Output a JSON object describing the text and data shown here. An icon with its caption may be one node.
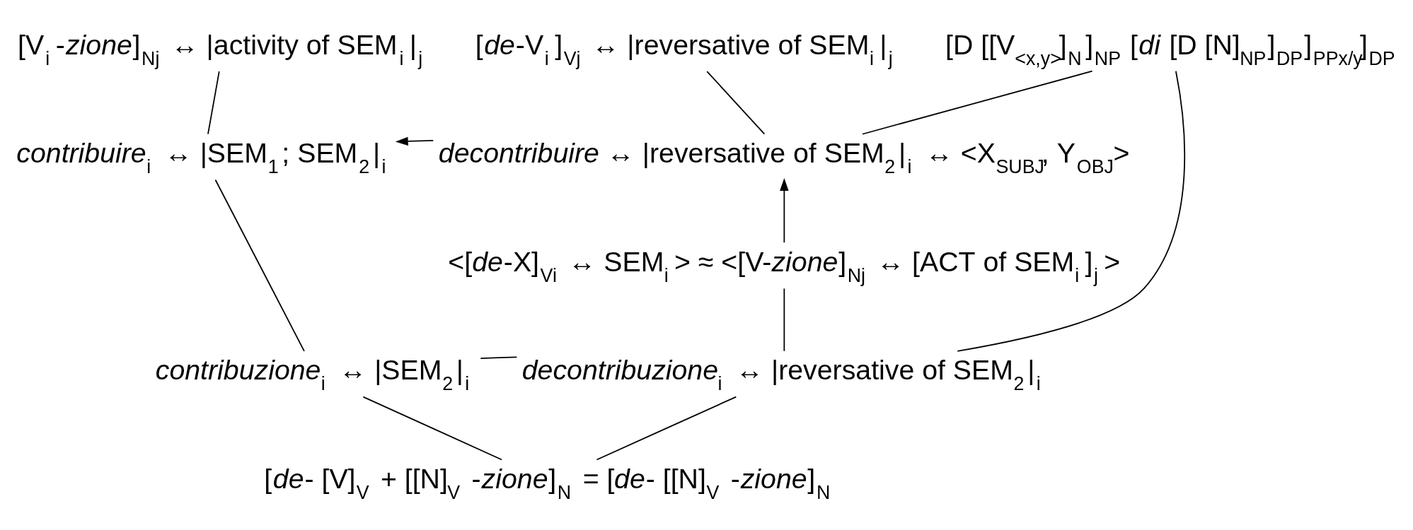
{
  "diagram": {
    "nodes": [
      {
        "text": [
          "[V$_{i}$-*zione*]$_{Nj}$ ↔ |activity of SEM$_{i}$|$_{j}$"
        ]
      },
      {
        "text": [
          "[*de*-V$_{i}$]$_{Vj}$ ↔ |reversative of SEM$_{i}$|$_{j}$"
        ]
      },
      {
        "text": [
          "[D [[V$_{<x,y>}$]$_{N}$]$_{NP}$ [*di* [D [N]$_{NP}$]$_{DP}$]$_{PPx/y}$]$_{DP}$"
        ]
      },
      {
        "text": [
          "*contribuire*$_{i}$ ↔ |SEM$_{1}$; SEM$_{2}$|$_{i}$"
        ]
      },
      {
        "text": [
          "*decontribuire* ↔ |reversative of SEM$_{2}$|$_{i}$ ↔ <X$_{SUBJ}$, Y$_{OBJ}$>"
        ]
      },
      {
        "text": [
          "<[*de*-X]$_{Vi}$ ↔ SEM$_{i}$> ≈ <[V-*zione*]$_{Nj}$ ↔ [ACT of SEM$_{i}$]$_{j}$>"
        ]
      },
      {
        "text": [
          "*contribuzione*$_{i}$ ↔ |SEM$_{2}$|$_{i}$"
        ]
      },
      {
        "text": [
          "*decontribuzione*$_{i}$ ↔ |reversative of SEM$_{2}$|$_{i}$"
        ]
      },
      {
        "text": [
          "[*de*- [V]$_{V}$ + [[N]$_{V}$ -*zione*]$_{N}$ = [*de*- [[N]$_{V}$ -*zione*]$_{N}$"
        ]
      }
    ],
    "edges": [
      {
        "from": 0,
        "to": 3,
        "arrow": "none"
      },
      {
        "from": 1,
        "to": 4,
        "arrow": "none"
      },
      {
        "from": 2,
        "to": 4,
        "arrow": "none"
      },
      {
        "from": 4,
        "to": 3,
        "arrow": "to"
      },
      {
        "from": 5,
        "to": 4,
        "arrow": "to"
      },
      {
        "from": 3,
        "to": 6,
        "arrow": "none"
      },
      {
        "from": 6,
        "to": 7,
        "arrow": "none"
      },
      {
        "from": 5,
        "to": 7,
        "arrow": "none"
      },
      {
        "from": 2,
        "to": 7,
        "arrow": "none"
      },
      {
        "from": 6,
        "to": 8,
        "arrow": "none"
      },
      {
        "from": 7,
        "to": 8,
        "arrow": "none"
      }
    ]
  }
}
